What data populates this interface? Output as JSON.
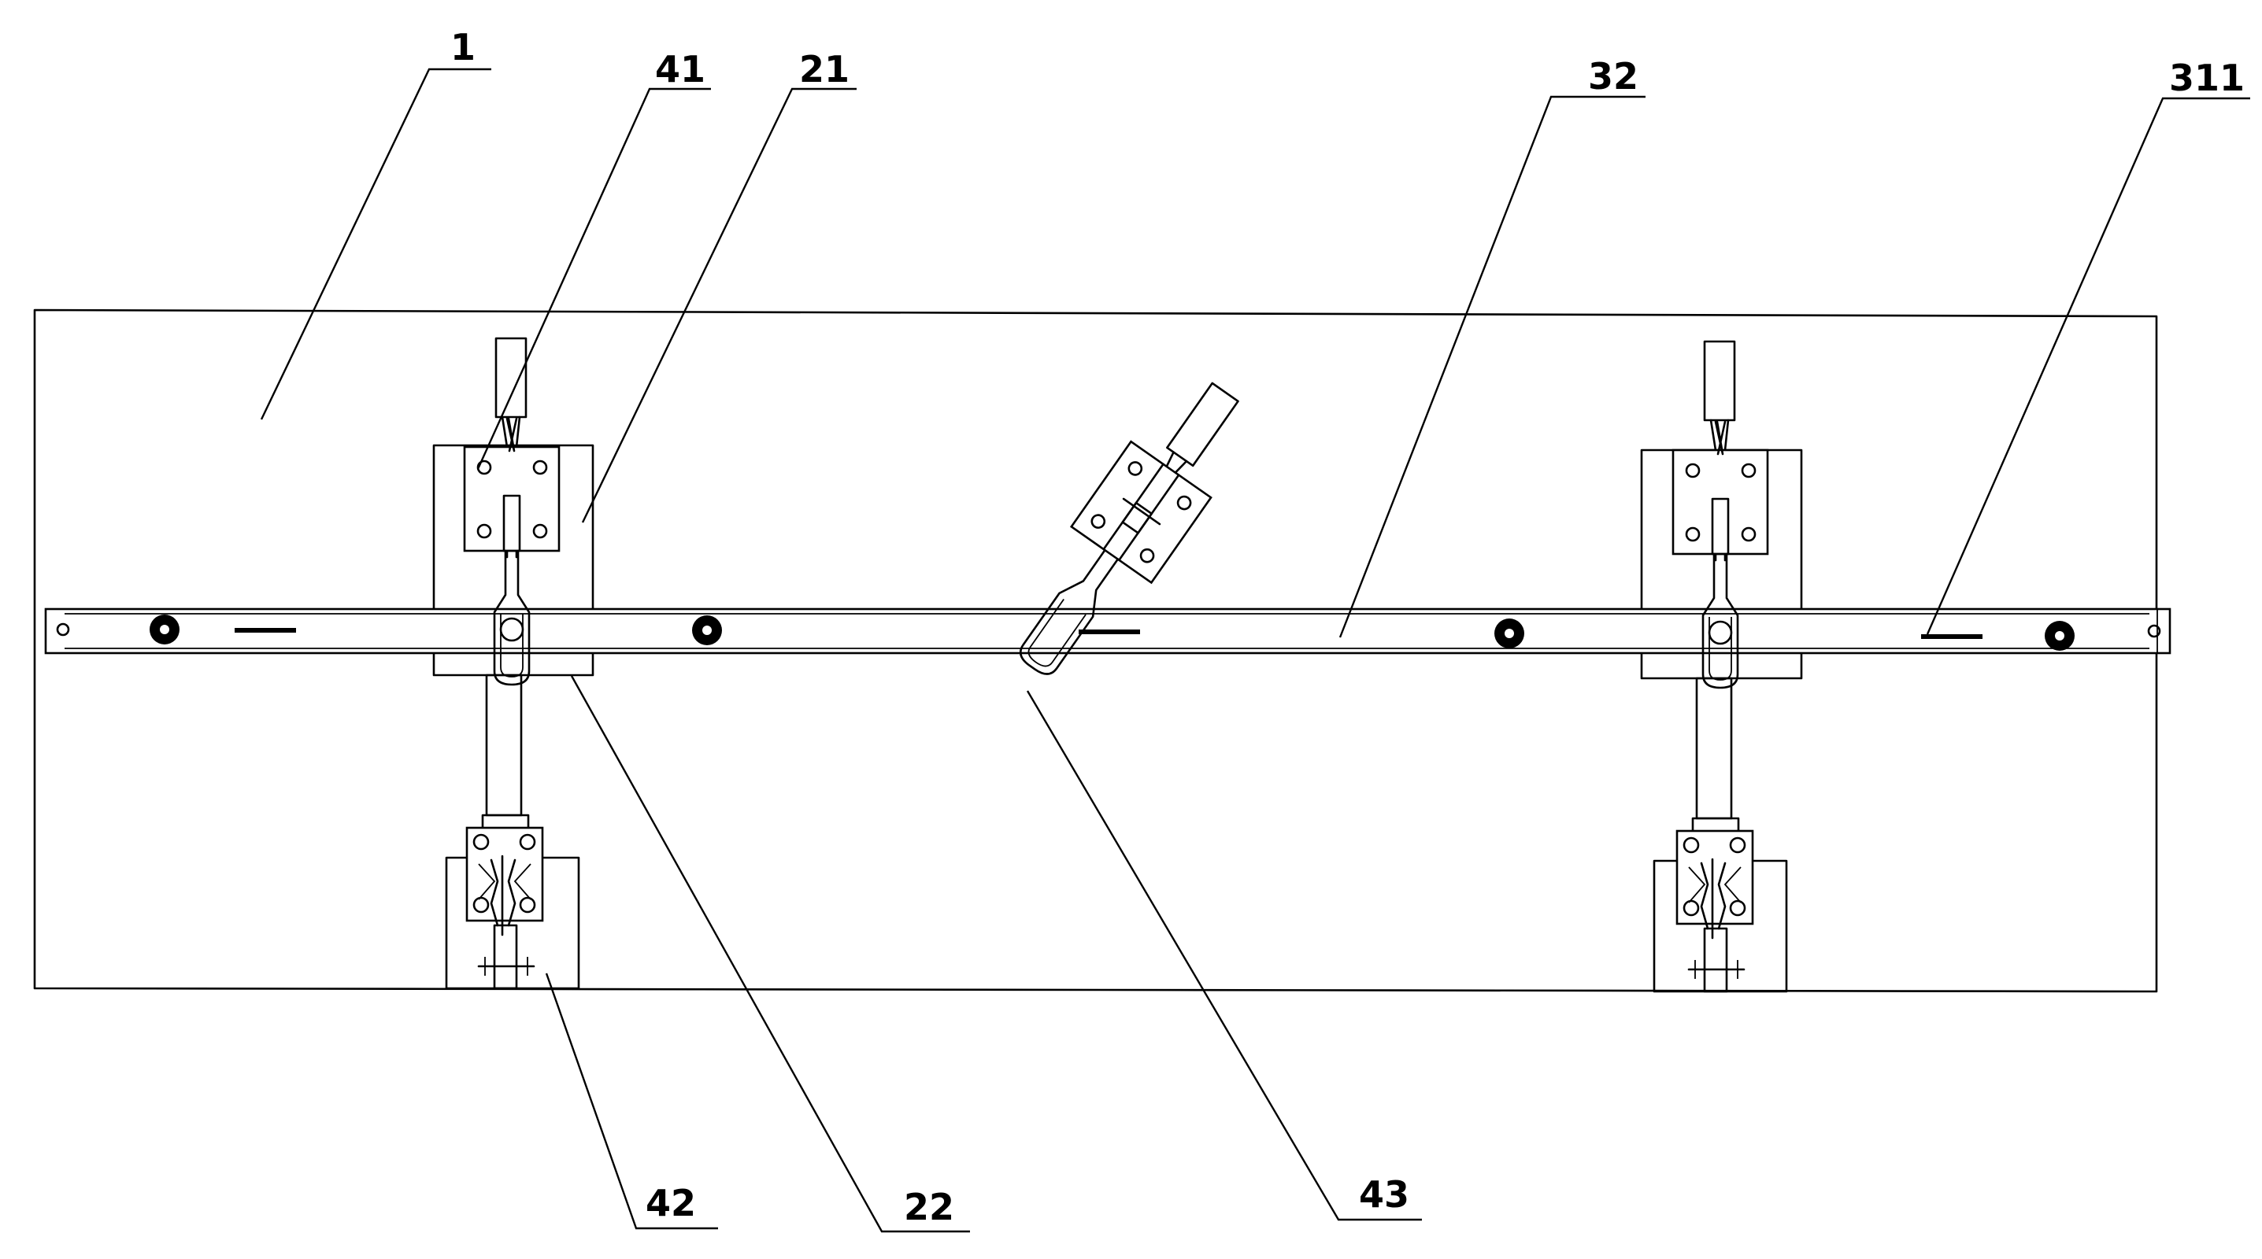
{
  "labels": [
    {
      "id": "1",
      "text": "1"
    },
    {
      "id": "41",
      "text": "41"
    },
    {
      "id": "21",
      "text": "21"
    },
    {
      "id": "32",
      "text": "32"
    },
    {
      "id": "311",
      "text": "311"
    },
    {
      "id": "42",
      "text": "42"
    },
    {
      "id": "22",
      "text": "22"
    },
    {
      "id": "43",
      "text": "43"
    }
  ]
}
